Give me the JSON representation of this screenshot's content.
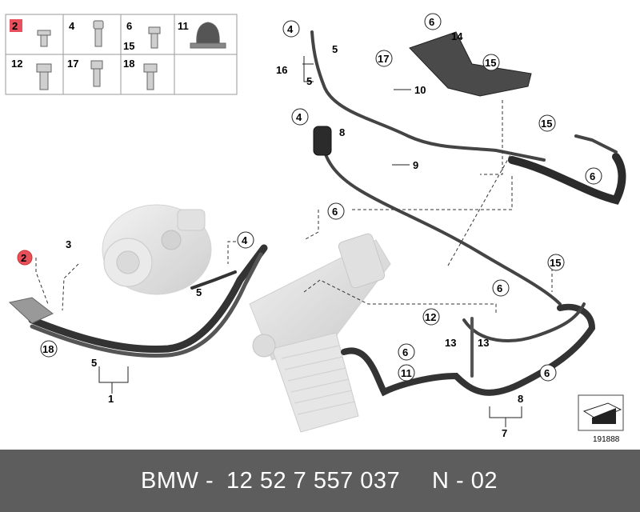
{
  "legend": [
    {
      "label": "2",
      "highlight": true
    },
    {
      "label": "4"
    },
    {
      "label": "6"
    },
    {
      "label": "15"
    },
    {
      "label": "11"
    },
    {
      "label": "12"
    },
    {
      "label": "17"
    },
    {
      "label": "18"
    }
  ],
  "callouts": [
    {
      "label": "2",
      "circled": true,
      "highlight": true
    },
    {
      "label": "3"
    },
    {
      "label": "18",
      "circled": true
    },
    {
      "label": "5"
    },
    {
      "label": "1"
    },
    {
      "label": "4",
      "circled": true
    },
    {
      "label": "5"
    },
    {
      "label": "6",
      "circled": true
    },
    {
      "label": "4",
      "circled": true
    },
    {
      "label": "5"
    },
    {
      "label": "16"
    },
    {
      "label": "5"
    },
    {
      "label": "4",
      "circled": true
    },
    {
      "label": "8"
    },
    {
      "label": "17",
      "circled": true
    },
    {
      "label": "10"
    },
    {
      "label": "6",
      "circled": true
    },
    {
      "label": "14"
    },
    {
      "label": "15",
      "circled": true
    },
    {
      "label": "15",
      "circled": true
    },
    {
      "label": "9"
    },
    {
      "label": "6",
      "circled": true
    },
    {
      "label": "15",
      "circled": true
    },
    {
      "label": "6",
      "circled": true
    },
    {
      "label": "12",
      "circled": true
    },
    {
      "label": "13"
    },
    {
      "label": "13"
    },
    {
      "label": "6",
      "circled": true
    },
    {
      "label": "11",
      "circled": true
    },
    {
      "label": "6",
      "circled": true
    },
    {
      "label": "8"
    },
    {
      "label": "7"
    }
  ],
  "ref_number": "191888",
  "footer": {
    "brand": "BMW",
    "separator": "-",
    "part_number": "12 52 7 557 037",
    "variant": "N - 02"
  },
  "colors": {
    "footer_bg": "#5d5d5d",
    "highlight": "#e8505b",
    "hose": "#3c3c3c"
  }
}
